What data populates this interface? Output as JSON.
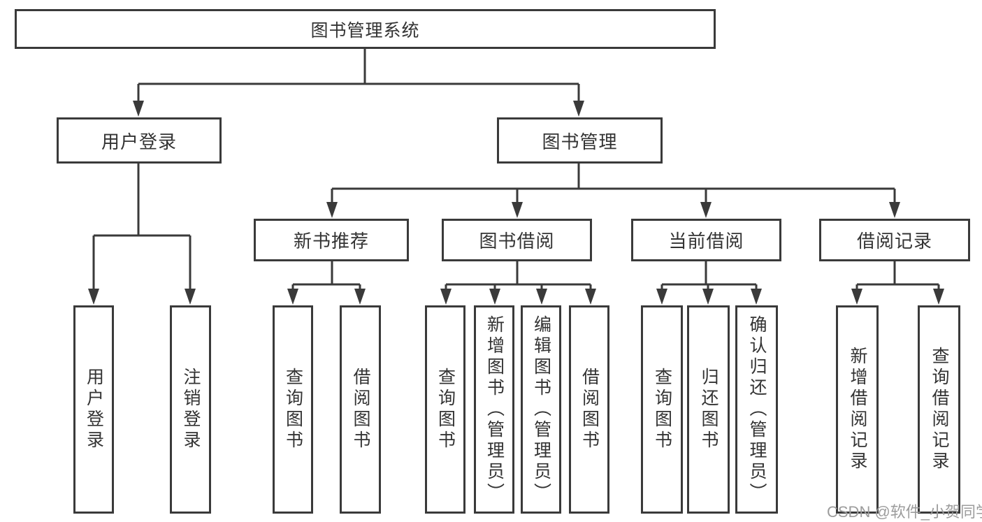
{
  "diagram": {
    "root": {
      "label": "图书管理系统"
    },
    "branches": [
      {
        "label": "用户登录",
        "children": [
          {
            "label": "用户登录"
          },
          {
            "label": "注销登录"
          }
        ]
      },
      {
        "label": "图书管理",
        "children": [
          {
            "label": "新书推荐",
            "children": [
              {
                "label": "查询图书"
              },
              {
                "label": "借阅图书"
              }
            ]
          },
          {
            "label": "图书借阅",
            "children": [
              {
                "label": "查询图书"
              },
              {
                "label": "新增图书（管理员）"
              },
              {
                "label": "编辑图书（管理员）"
              },
              {
                "label": "借阅图书"
              }
            ]
          },
          {
            "label": "当前借阅",
            "children": [
              {
                "label": "查询图书"
              },
              {
                "label": "归还图书"
              },
              {
                "label": "确认归还（管理员）"
              }
            ]
          },
          {
            "label": "借阅记录",
            "children": [
              {
                "label": "新增借阅记录"
              },
              {
                "label": "查询借阅记录"
              }
            ]
          }
        ]
      }
    ]
  },
  "watermark": {
    "text": "CSDN @软件_小贺同学"
  },
  "colors": {
    "line": "#3a3a3a",
    "text": "#333333",
    "box_bg": "#ffffff",
    "watermark": "#9c9c9c"
  }
}
